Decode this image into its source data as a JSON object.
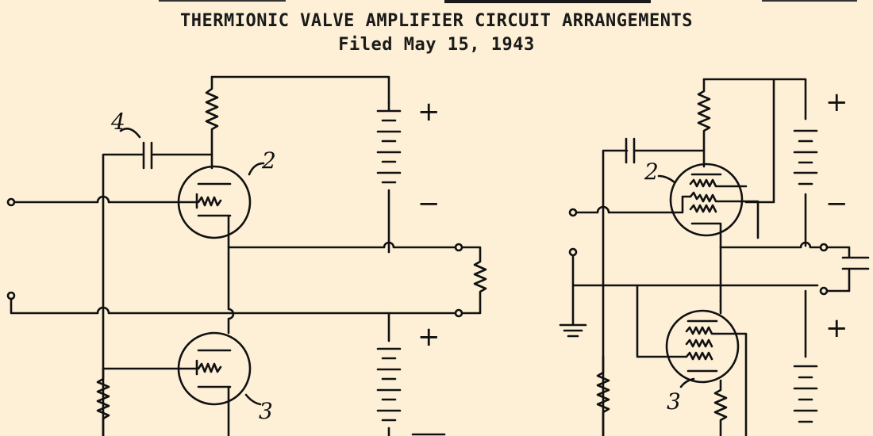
{
  "header": {
    "title": "THERMIONIC VALVE AMPLIFIER CIRCUIT ARRANGEMENTS",
    "filed": "Filed May 15, 1943"
  },
  "figure_left": {
    "labels": {
      "capacitor": "4",
      "valve_upper": "2",
      "valve_lower": "3",
      "plus_upper": "+",
      "minus_upper": "−",
      "plus_lower": "+"
    }
  },
  "figure_right": {
    "labels": {
      "valve_upper": "2",
      "valve_lower": "3",
      "plus_upper": "+",
      "minus_upper": "−",
      "plus_lower": "+"
    }
  },
  "colors": {
    "paper": "#fdf0d6",
    "ink": "#111111"
  }
}
